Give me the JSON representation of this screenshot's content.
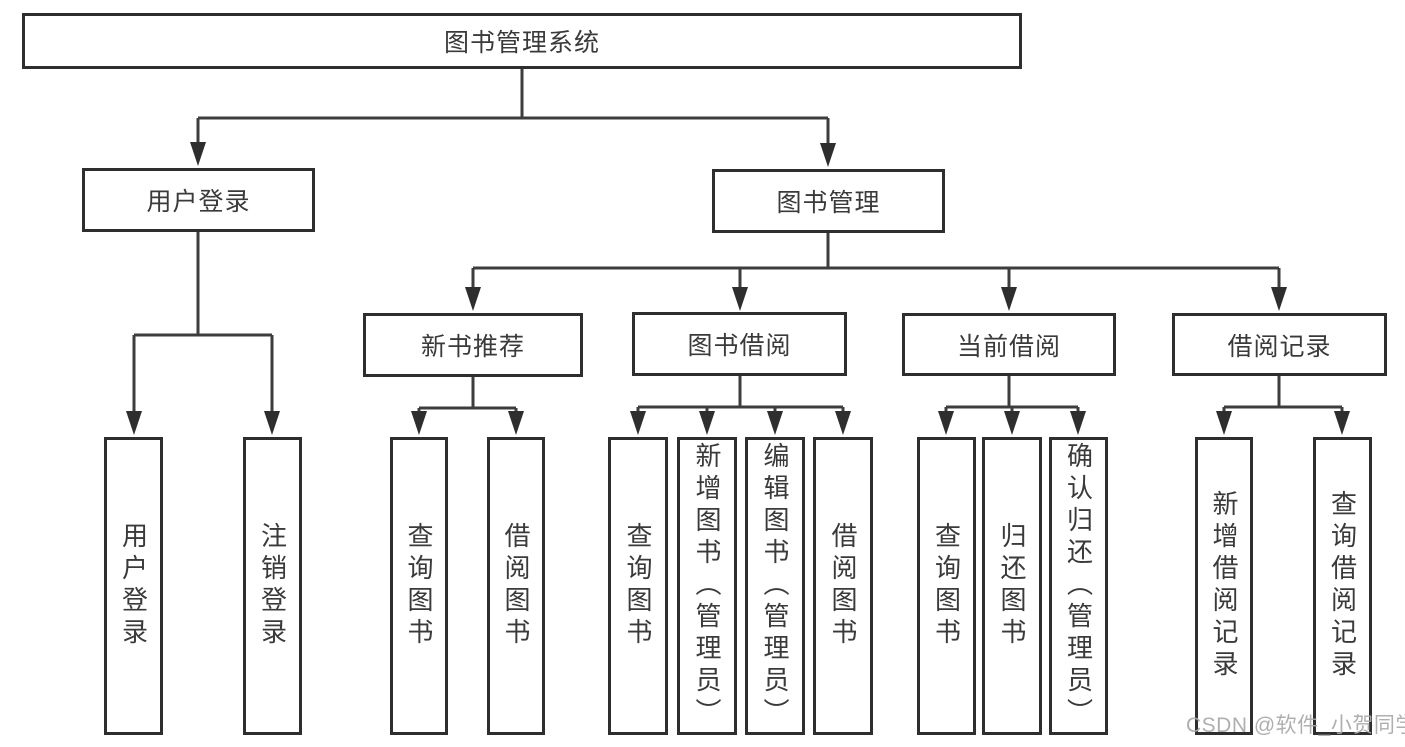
{
  "diagram": {
    "title": "图书管理系统",
    "nodes": {
      "root": "图书管理系统",
      "user_login": "用户登录",
      "book_mgmt": "图书管理",
      "new_book_rec": "新书推荐",
      "book_borrowing": "图书借阅",
      "current_borrowing": "当前借阅",
      "borrowing_records": "借阅记录",
      "ul_user_login": "用户登录",
      "ul_logout": "注销登录",
      "nbr_query_books": "查询图书",
      "nbr_borrow_books": "借阅图书",
      "bb_query_books": "查询图书",
      "bb_add_books": "新增图书（管理员）",
      "bb_edit_books": "编辑图书（管理员）",
      "bb_borrow_books": "借阅图书",
      "cb_query_books": "查询图书",
      "cb_return_books": "归还图书",
      "cb_confirm_return": "确认归还（管理员）",
      "br_add_record": "新增借阅记录",
      "br_query_record": "查询借阅记录"
    },
    "hierarchy": {
      "图书管理系统": {
        "用户登录": [
          "用户登录",
          "注销登录"
        ],
        "图书管理": {
          "新书推荐": [
            "查询图书",
            "借阅图书"
          ],
          "图书借阅": [
            "查询图书",
            "新增图书（管理员）",
            "编辑图书（管理员）",
            "借阅图书"
          ],
          "当前借阅": [
            "查询图书",
            "归还图书",
            "确认归还（管理员）"
          ],
          "借阅记录": [
            "新增借阅记录",
            "查询借阅记录"
          ]
        }
      }
    },
    "colors": {
      "line": "#3d3d3d",
      "arrow": "#2e2e2e",
      "box_border": "#2e2e2e",
      "text": "#3a3a3a",
      "background": "#ffffff",
      "watermark": "#a8a8a8"
    }
  },
  "watermark": "CSDN @软件_小贺同学"
}
